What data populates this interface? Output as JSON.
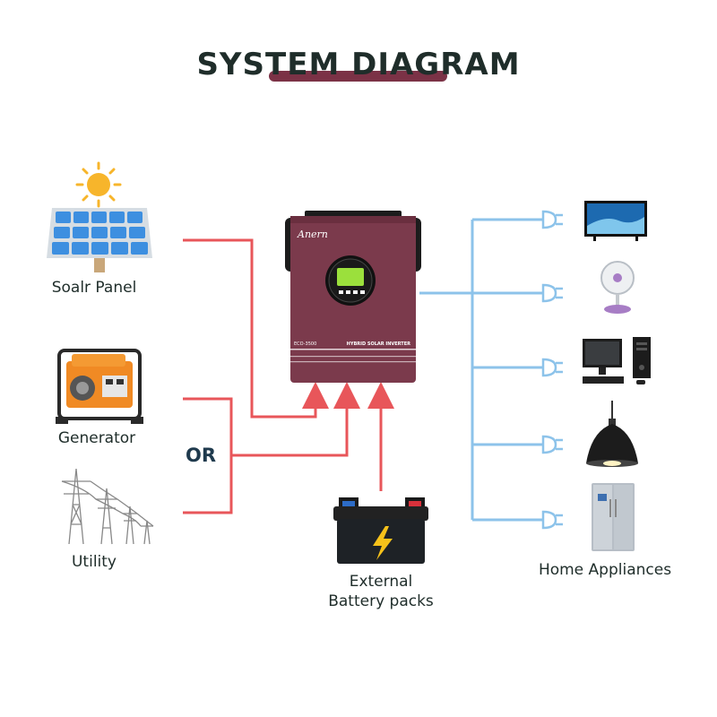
{
  "title": "SYSTEM DIAGRAM",
  "sources": {
    "solar_label": "Soalr Panel",
    "generator_label": "Generator",
    "utility_label": "Utility",
    "or_label": "OR"
  },
  "inverter": {
    "brand": "Anern",
    "model": "ECO-3500",
    "caption": "HYBRID SOLAR INVERTER",
    "color": "#7b3a4c"
  },
  "battery": {
    "label_line1": "External",
    "label_line2": "Battery packs"
  },
  "appliances": {
    "label": "Home Appliances",
    "items": [
      "tv-icon",
      "fan-icon",
      "desktop-computer-icon",
      "pendant-lamp-icon",
      "refrigerator-icon"
    ]
  },
  "colors": {
    "input_line": "#e8565a",
    "output_line": "#8dc3ea",
    "title_bar": "#7b3246"
  }
}
